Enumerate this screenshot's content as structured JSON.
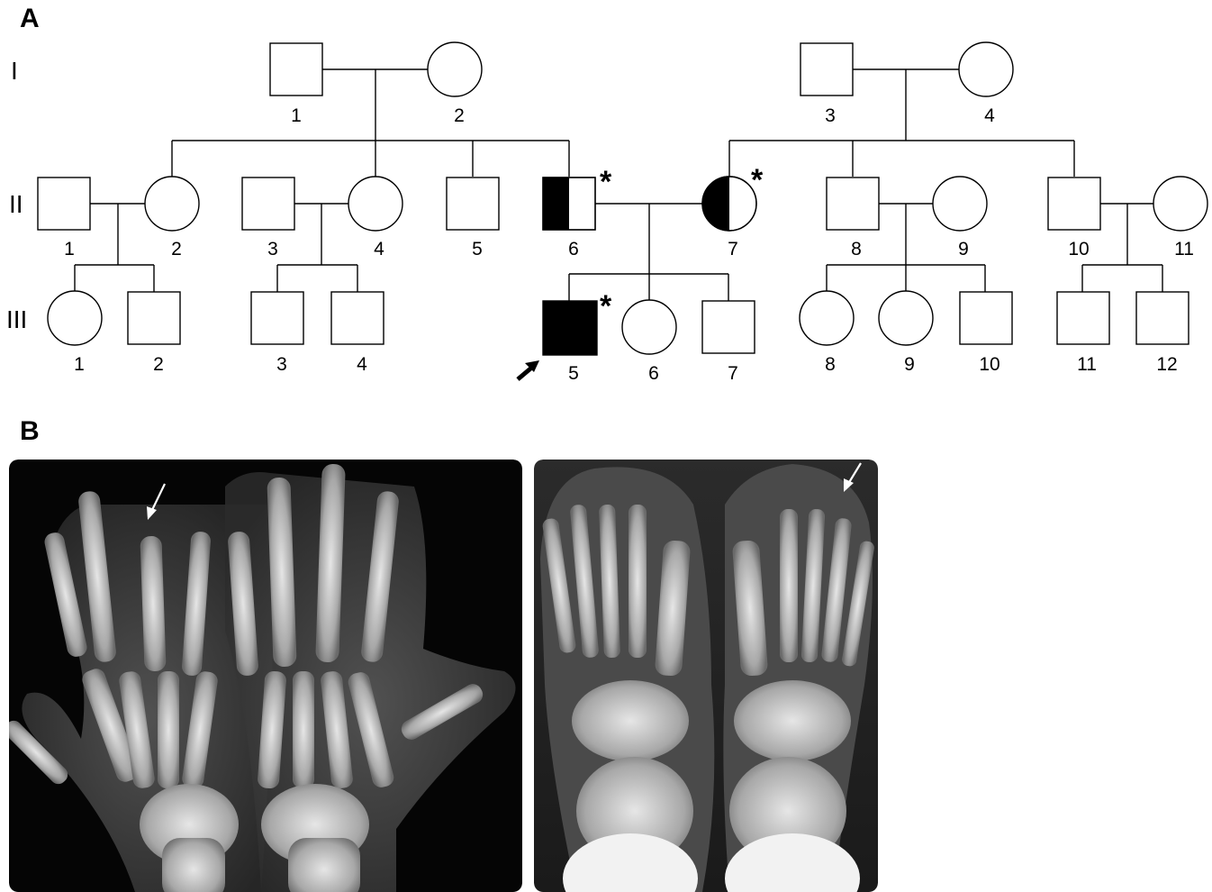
{
  "panels": {
    "a": {
      "label": "A"
    },
    "b": {
      "label": "B"
    }
  },
  "pedigree": {
    "generations": [
      {
        "id": "I",
        "label": "I"
      },
      {
        "id": "II",
        "label": "II"
      },
      {
        "id": "III",
        "label": "III"
      }
    ],
    "individuals": [
      {
        "id": "I-1",
        "gen": "I",
        "number": "1",
        "sex": "male",
        "status": "unaffected"
      },
      {
        "id": "I-2",
        "gen": "I",
        "number": "2",
        "sex": "female",
        "status": "unaffected"
      },
      {
        "id": "I-3",
        "gen": "I",
        "number": "3",
        "sex": "male",
        "status": "unaffected"
      },
      {
        "id": "I-4",
        "gen": "I",
        "number": "4",
        "sex": "female",
        "status": "unaffected"
      },
      {
        "id": "II-1",
        "gen": "II",
        "number": "1",
        "sex": "male",
        "status": "unaffected"
      },
      {
        "id": "II-2",
        "gen": "II",
        "number": "2",
        "sex": "female",
        "status": "unaffected"
      },
      {
        "id": "II-3",
        "gen": "II",
        "number": "3",
        "sex": "male",
        "status": "unaffected"
      },
      {
        "id": "II-4",
        "gen": "II",
        "number": "4",
        "sex": "female",
        "status": "unaffected"
      },
      {
        "id": "II-5",
        "gen": "II",
        "number": "5",
        "sex": "male",
        "status": "unaffected"
      },
      {
        "id": "II-6",
        "gen": "II",
        "number": "6",
        "sex": "male",
        "status": "carrier",
        "marker": "*"
      },
      {
        "id": "II-7",
        "gen": "II",
        "number": "7",
        "sex": "female",
        "status": "carrier",
        "marker": "*"
      },
      {
        "id": "II-8",
        "gen": "II",
        "number": "8",
        "sex": "male",
        "status": "unaffected"
      },
      {
        "id": "II-9",
        "gen": "II",
        "number": "9",
        "sex": "female",
        "status": "unaffected"
      },
      {
        "id": "II-10",
        "gen": "II",
        "number": "10",
        "sex": "male",
        "status": "unaffected"
      },
      {
        "id": "II-11",
        "gen": "II",
        "number": "11",
        "sex": "female",
        "status": "unaffected"
      },
      {
        "id": "III-1",
        "gen": "III",
        "number": "1",
        "sex": "female",
        "status": "unaffected"
      },
      {
        "id": "III-2",
        "gen": "III",
        "number": "2",
        "sex": "male",
        "status": "unaffected"
      },
      {
        "id": "III-3",
        "gen": "III",
        "number": "3",
        "sex": "male",
        "status": "unaffected"
      },
      {
        "id": "III-4",
        "gen": "III",
        "number": "4",
        "sex": "male",
        "status": "unaffected"
      },
      {
        "id": "III-5",
        "gen": "III",
        "number": "5",
        "sex": "male",
        "status": "affected",
        "marker": "*",
        "proband": true
      },
      {
        "id": "III-6",
        "gen": "III",
        "number": "6",
        "sex": "female",
        "status": "unaffected"
      },
      {
        "id": "III-7",
        "gen": "III",
        "number": "7",
        "sex": "male",
        "status": "unaffected"
      },
      {
        "id": "III-8",
        "gen": "III",
        "number": "8",
        "sex": "female",
        "status": "unaffected"
      },
      {
        "id": "III-9",
        "gen": "III",
        "number": "9",
        "sex": "female",
        "status": "unaffected"
      },
      {
        "id": "III-10",
        "gen": "III",
        "number": "10",
        "sex": "male",
        "status": "unaffected"
      },
      {
        "id": "III-11",
        "gen": "III",
        "number": "11",
        "sex": "male",
        "status": "unaffected"
      },
      {
        "id": "III-12",
        "gen": "III",
        "number": "12",
        "sex": "male",
        "status": "unaffected"
      }
    ]
  },
  "images": {
    "hands": {
      "kind": "x-ray",
      "subject": "hands",
      "arrow": "white"
    },
    "feet": {
      "kind": "x-ray",
      "subject": "feet",
      "arrow": "white"
    }
  },
  "colors": {
    "affected": "#000000",
    "unaffected": "#ffffff",
    "xray_background": "#050505",
    "bone": "#d8d8d8"
  }
}
